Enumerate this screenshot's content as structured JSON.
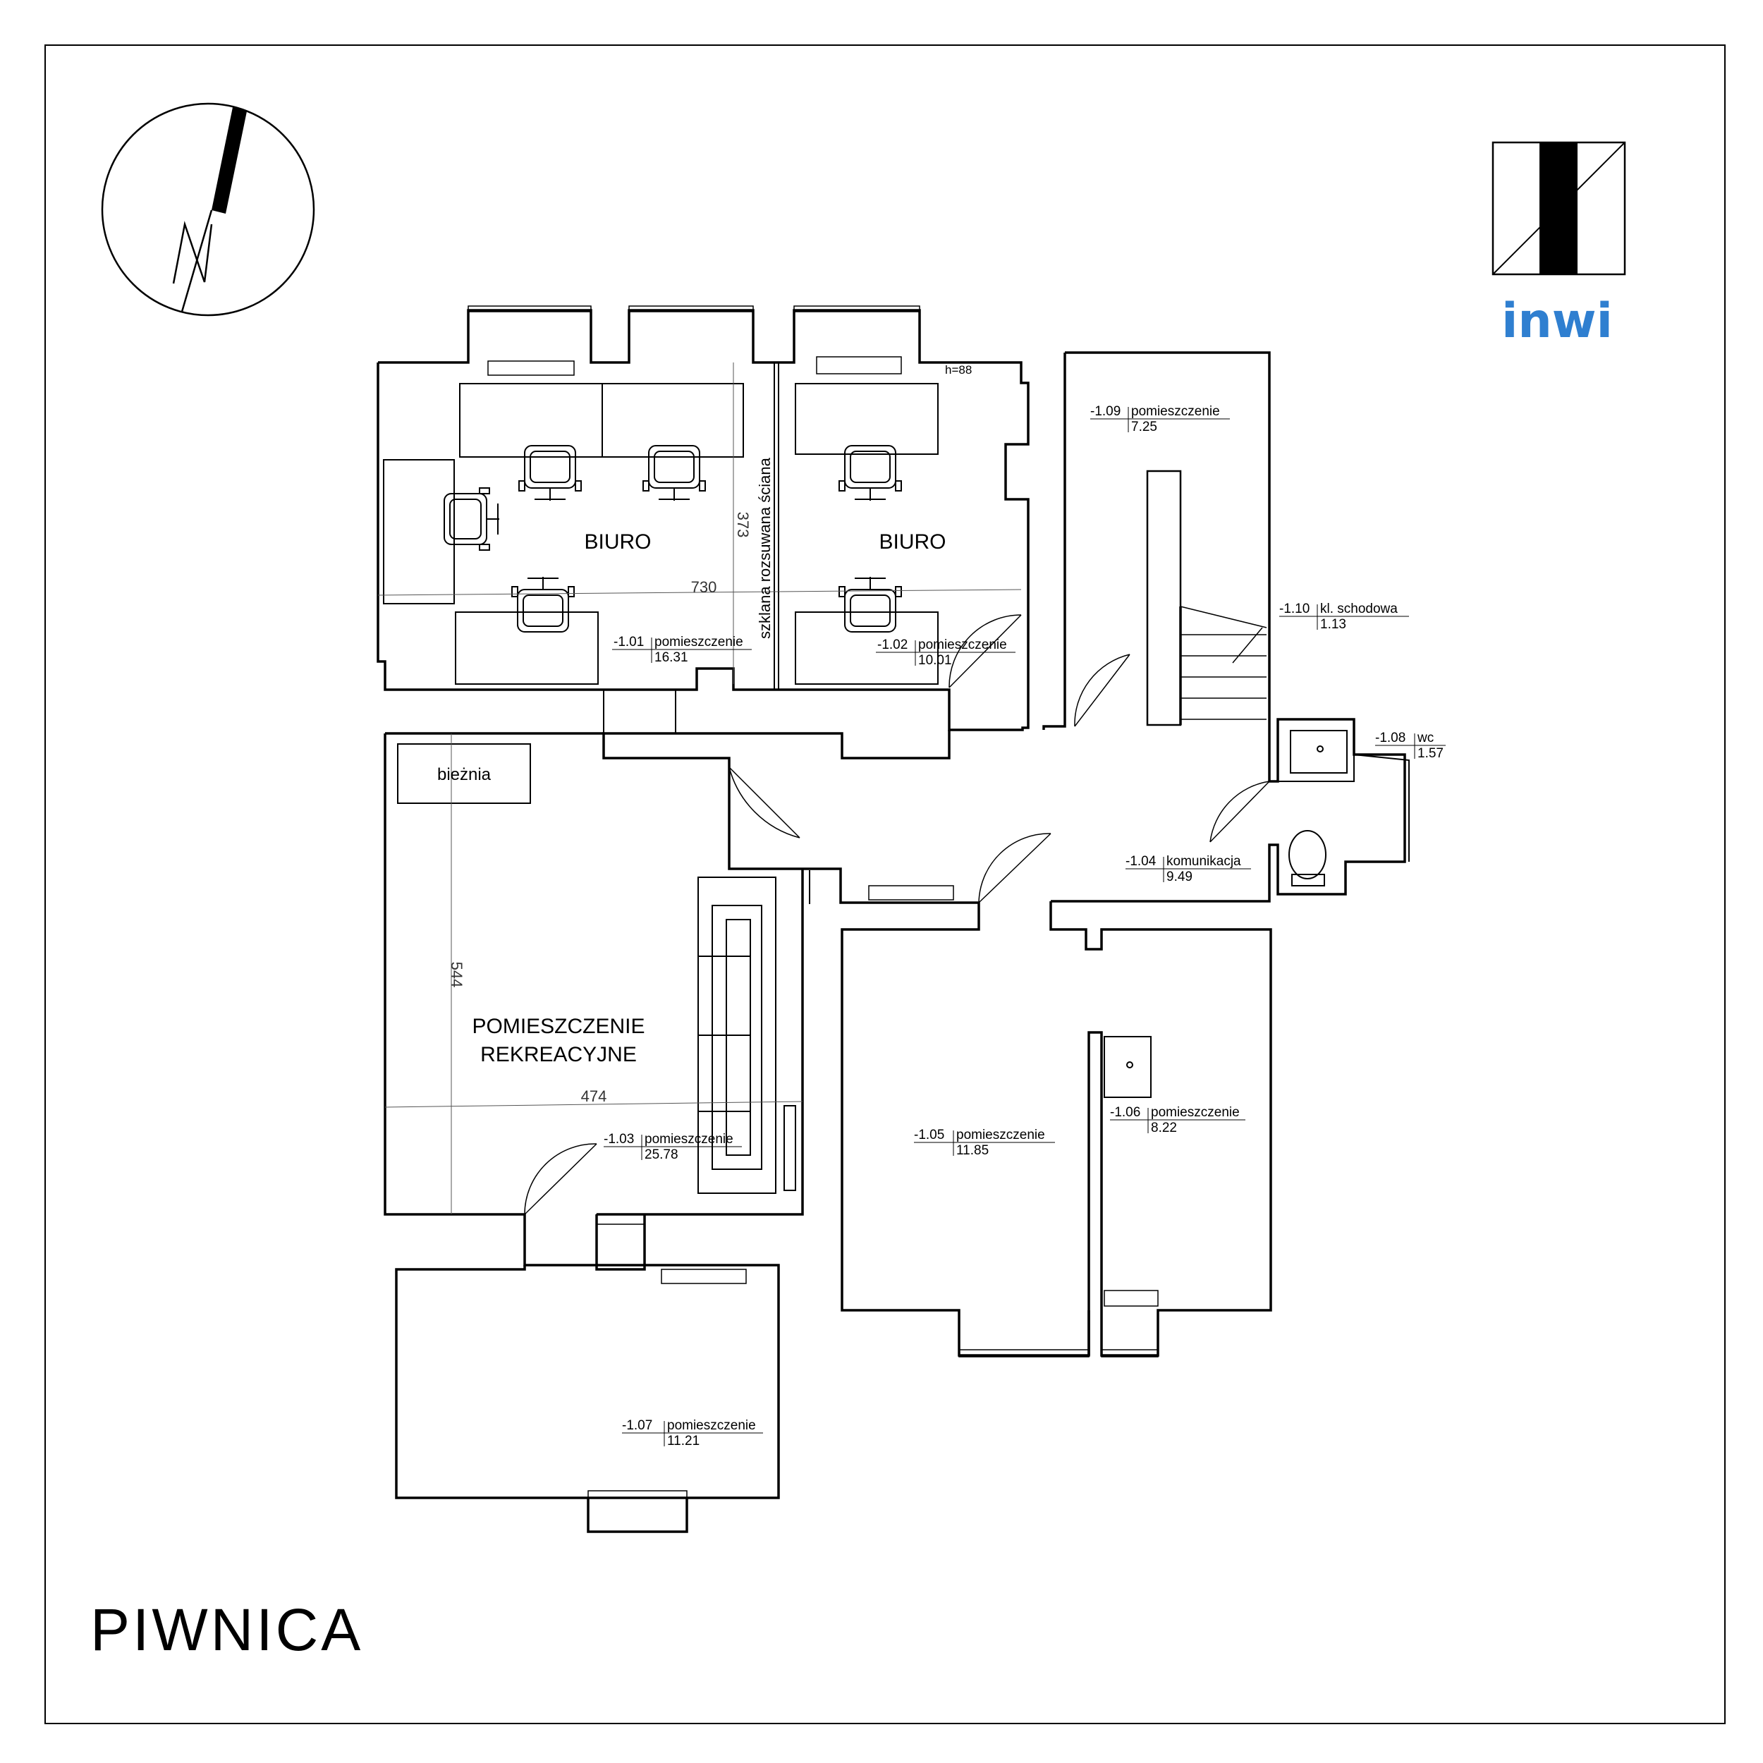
{
  "sheet": {
    "title": "PIWNICA"
  },
  "brand": {
    "logo_text": "inwi",
    "color": "#2f7fd0"
  },
  "north_arrow": {
    "icon": "north-arrow-icon",
    "letter": "N"
  },
  "rooms": [
    {
      "number": "-1.01",
      "name": "pomieszczenie",
      "area": "16.31"
    },
    {
      "number": "-1.02",
      "name": "pomieszczenie",
      "area": "10.01"
    },
    {
      "number": "-1.03",
      "name": "pomieszczenie",
      "area": "25.78"
    },
    {
      "number": "-1.04",
      "name": "komunikacja",
      "area": "9.49"
    },
    {
      "number": "-1.05",
      "name": "pomieszczenie",
      "area": "11.85"
    },
    {
      "number": "-1.06",
      "name": "pomieszczenie",
      "area": "8.22"
    },
    {
      "number": "-1.07",
      "name": "pomieszczenie",
      "area": "11.21"
    },
    {
      "number": "-1.08",
      "name": "wc",
      "area": "1.57"
    },
    {
      "number": "-1.09",
      "name": "pomieszczenie",
      "area": "7.25"
    },
    {
      "number": "-1.10",
      "name": "kl. schodowa",
      "area": "1.13"
    }
  ],
  "labels": {
    "office_1": "BIURO",
    "office_2": "BIURO",
    "recreation_line1": "POMIESZCZENIE",
    "recreation_line2": "REKREACYJNE",
    "treadmill": "bieżnia",
    "glass_wall": "szklana rozsuwana ściana",
    "height_mark": "h=88"
  },
  "dimensions": {
    "d730": "730",
    "d373": "373",
    "d544": "544",
    "d474": "474"
  }
}
